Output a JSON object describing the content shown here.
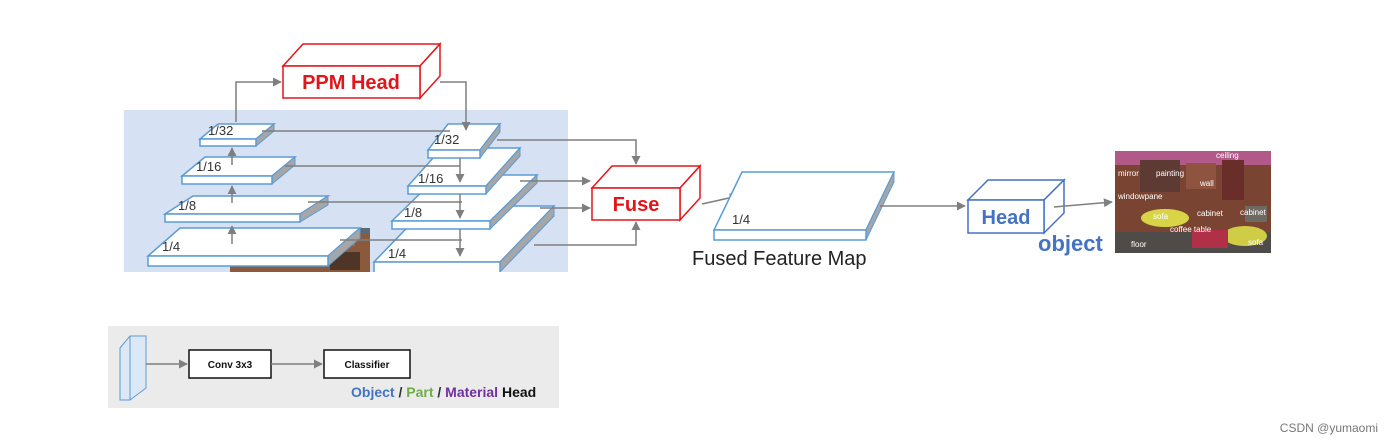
{
  "left_pyramid": {
    "l4": "1/4",
    "l8": "1/8",
    "l16": "1/16",
    "l32": "1/32"
  },
  "right_pyramid": {
    "l4": "1/4",
    "l8": "1/8",
    "l16": "1/16",
    "l32": "1/32"
  },
  "ppm_head": {
    "label": "PPM Head"
  },
  "fuse": {
    "label": "Fuse"
  },
  "fused_map": {
    "scale": "1/4",
    "caption": "Fused Feature Map"
  },
  "head": {
    "label": "Head",
    "task": "object"
  },
  "segmentation": {
    "labels": [
      "ceiling",
      "mirror",
      "painting",
      "wall",
      "windowpane",
      "sofa",
      "cabinet",
      "cabinet",
      "coffee table",
      "floor",
      "sofa"
    ]
  },
  "head_detail": {
    "conv_label": "Conv 3x3",
    "classifier_label": "Classifier",
    "caption": {
      "object": "Object",
      "sep1": " / ",
      "part": "Part",
      "sep2": " / ",
      "material": "Material",
      "head": " Head"
    }
  },
  "watermark": "CSDN @yumaomi",
  "colors": {
    "ppm_fuse_red": "#e3151b",
    "head_blue": "#4472c4",
    "layer_outline_blue": "#5b9bd5",
    "pyramid_background": "#d6e1f3",
    "part_green": "#70ad47",
    "material_purple": "#7030a0"
  }
}
